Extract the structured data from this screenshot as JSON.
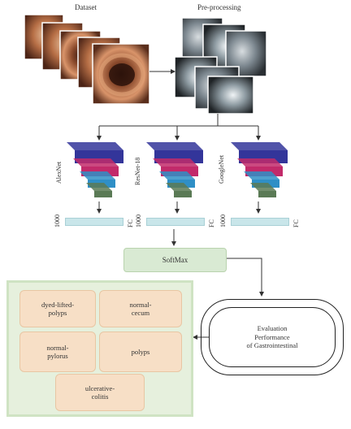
{
  "dataset_label": "Dataset",
  "preprocessing_label": "Pre-processing",
  "networks": [
    {
      "name": "AlexNet",
      "size": "1000",
      "fc": "FC"
    },
    {
      "name": "ResNet-18",
      "size": "1000",
      "fc": "FC"
    },
    {
      "name": "GoogleNet",
      "size": "1000",
      "fc": "FC"
    }
  ],
  "softmax_label": "SoftMax",
  "classes": [
    "dyed-lifted-\npolyps",
    "normal-\ncecum",
    "normal-\npylorus",
    "polyps",
    "ulcerative-\ncolitis"
  ],
  "evaluation": "Evaluation\nPerformance\nof Gastrointestinal",
  "colors": {
    "layer1": "#33359a",
    "layer2": "#c22a6a",
    "layer3": "#2f8fc6",
    "layer4": "#5a7a55",
    "softmax_fill": "#d9ead3",
    "class_fill": "#f7dfc6",
    "panel_fill": "#e6f0dd",
    "fc_fill": "#c9e6ea"
  }
}
